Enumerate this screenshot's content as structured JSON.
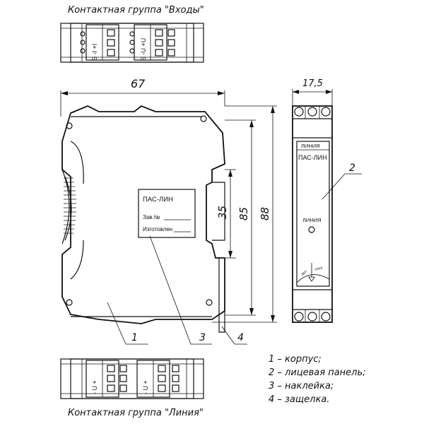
{
  "title_inputs": "Контактная группа \"Входы\"",
  "title_line": "Контактная группа \"Линия\"",
  "dim_width": "67",
  "dim_depth": "17,5",
  "dim_rail": "35",
  "dim_mid": "85",
  "dim_height": "88",
  "label": {
    "name": "ПАС-ЛИН",
    "serial": "Зав.№",
    "made": "Изготовлен"
  },
  "front_panel": {
    "top": "ЛИНИЯ",
    "name": "ПАС-ЛИН",
    "led_label": "ЛИНИЯ",
    "lever_left": "вкл",
    "lever_right": "откл"
  },
  "terminals_inputs": {
    "left": "S -I +I",
    "right": "S -U +U"
  },
  "terminals_line": {
    "left": "- U +",
    "right": "- U +"
  },
  "callouts": [
    "1",
    "2",
    "3",
    "4"
  ],
  "legend": [
    "1 – корпус;",
    "2 – лицевая панель;",
    "3 – наклейка;",
    "4 – защелка."
  ]
}
